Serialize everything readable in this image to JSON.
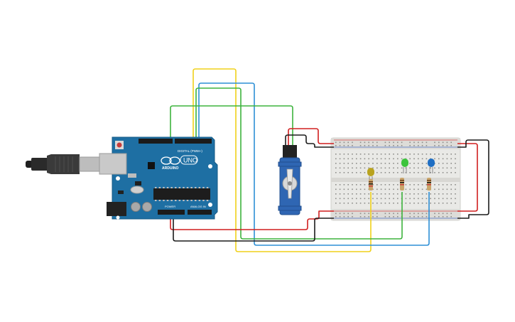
{
  "arduino": {
    "brand": "ARDUINO",
    "model": "UNO",
    "header_digital": "DIGITAL (PWM~)",
    "header_power": "POWER",
    "header_analog": "ANALOG IN"
  },
  "components": {
    "usb_cable": "usb-cable",
    "servo": "micro-servo",
    "breadboard": "breadboard",
    "leds": [
      {
        "color_name": "yellow",
        "color": "#b9a31f"
      },
      {
        "color_name": "green",
        "color": "#3cc43c"
      },
      {
        "color_name": "blue",
        "color": "#1f6fc4"
      }
    ]
  },
  "wire_colors": {
    "red": "#d11f1f",
    "black": "#1b1b1b",
    "yellow": "#f0d11a",
    "green": "#3db33d",
    "blue": "#2d8fd6"
  }
}
